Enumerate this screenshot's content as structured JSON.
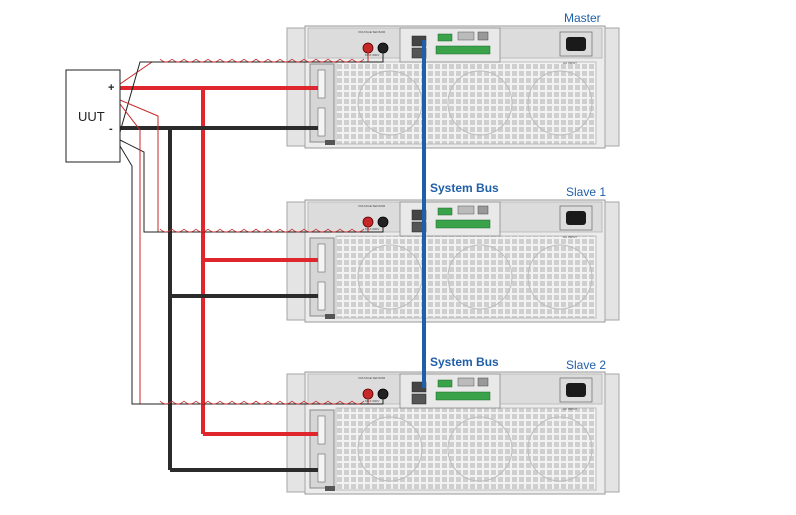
{
  "uut": {
    "label": "UUT",
    "plus": "+",
    "minus": "-"
  },
  "units": [
    {
      "label": "Master",
      "sensor_label": "VOLTAGE SENSOR",
      "sensor_rating": "MAX 600V",
      "ac_label": "AC INPUT"
    },
    {
      "label": "Slave 1",
      "sensor_label": "VOLTAGE SENSOR",
      "sensor_rating": "MAX 600V",
      "ac_label": "AC INPUT"
    },
    {
      "label": "Slave 2",
      "sensor_label": "VOLTAGE SENSOR",
      "sensor_rating": "MAX 600V",
      "ac_label": "AC INPUT"
    }
  ],
  "bus_labels": [
    "System Bus",
    "System Bus"
  ],
  "colors": {
    "positive_wire": "#e0262d",
    "negative_wire": "#2b2b2b",
    "system_bus": "#1f5fa8",
    "chassis": "#ececec",
    "panel": "#dcdcdc",
    "terminal_green": "#3aa34a"
  }
}
